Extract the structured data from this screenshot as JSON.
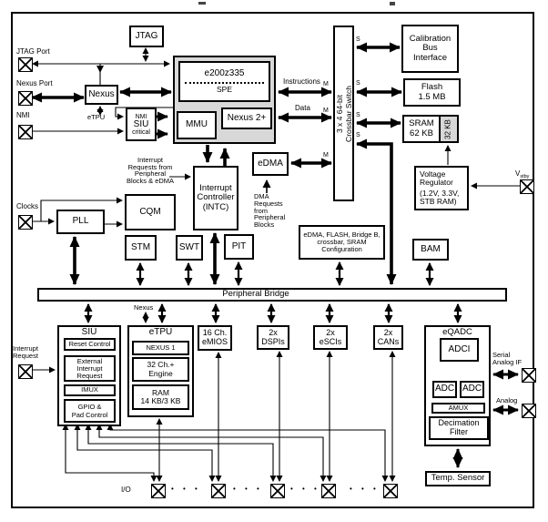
{
  "colors": {
    "gray_fill": "#d8d8d8",
    "line": "#000000",
    "background": "#ffffff"
  },
  "ports": {
    "jtag_port": "JTAG Port",
    "nexus_port": "Nexus Port",
    "nmi": "NMI",
    "clocks": "Clocks",
    "interrupt_request": [
      "Interrupt",
      "Request"
    ],
    "vstby_base": "V",
    "vstby_sub": "stby",
    "serial_analog": [
      "Serial",
      "Analog IF"
    ],
    "analog": "Analog",
    "io": "I/O",
    "dots": "• • •"
  },
  "labels": {
    "instructions": "Instructions",
    "data": "Data",
    "m": "M",
    "s": "S",
    "etpu_link": "eTPU",
    "nexus_link": "Nexus",
    "irq_note": [
      "Interrupt",
      "Requests from",
      "Peripheral",
      "Blocks & eDMA"
    ],
    "dma_note": [
      "DMA",
      "Requests",
      "from",
      "Peripheral",
      "Blocks"
    ]
  },
  "blocks": {
    "jtag": "JTAG",
    "nexus": "Nexus",
    "nmi_siu": [
      "NMI",
      "SIU",
      "critical"
    ],
    "e200": {
      "title": "e200z335",
      "sub": "SPE"
    },
    "mmu": "MMU",
    "nexus2": "Nexus 2+",
    "intc": [
      "Interrupt",
      "Controller",
      "(INTC)"
    ],
    "edma": "eDMA",
    "pll": "PLL",
    "cqm": "CQM",
    "stm": "STM",
    "swt": "SWT",
    "pit": "PIT",
    "xbar": [
      "3 x 4 64-bit",
      "Crossbar Switch"
    ],
    "cal": [
      "Calibration",
      "Bus",
      "Interface"
    ],
    "flash": [
      "Flash",
      "1.5 MB"
    ],
    "sram": {
      "main": [
        "SRAM",
        "62 KB"
      ],
      "side": "32 KB"
    },
    "vreg": [
      "Voltage",
      "Regulator",
      "(1.2V, 3.3V,",
      "STB RAM)"
    ],
    "config": [
      "eDMA, FLASH, Bridge B,",
      "crossbar, SRAM",
      "Configuration"
    ],
    "bam": "BAM",
    "bridge": "Peripheral Bridge",
    "siu": {
      "title": "SIU",
      "reset": "Reset Control",
      "ext": [
        "External",
        "Interrupt",
        "Request"
      ],
      "imux": "IMUX",
      "gpio": [
        "GPIO &",
        "Pad Control"
      ]
    },
    "etpu": {
      "title": "eTPU",
      "nexus1": "NEXUS 1",
      "engine": [
        "32 Ch.+",
        "Engine"
      ],
      "ram": [
        "RAM",
        "14 KB/3 KB"
      ]
    },
    "emios": [
      "16 Ch.",
      "eMIOS"
    ],
    "dspi": [
      "2x",
      "DSPIs"
    ],
    "esci": [
      "2x",
      "eSCIs"
    ],
    "can": [
      "2x",
      "CANs"
    ],
    "eqadc": {
      "title": "eQADC",
      "adci": "ADCI",
      "adc_left": "ADC",
      "adc_right": "ADC",
      "amux": "AMUX",
      "decim": [
        "Decimation",
        "Filter"
      ]
    },
    "temp": "Temp. Sensor"
  }
}
